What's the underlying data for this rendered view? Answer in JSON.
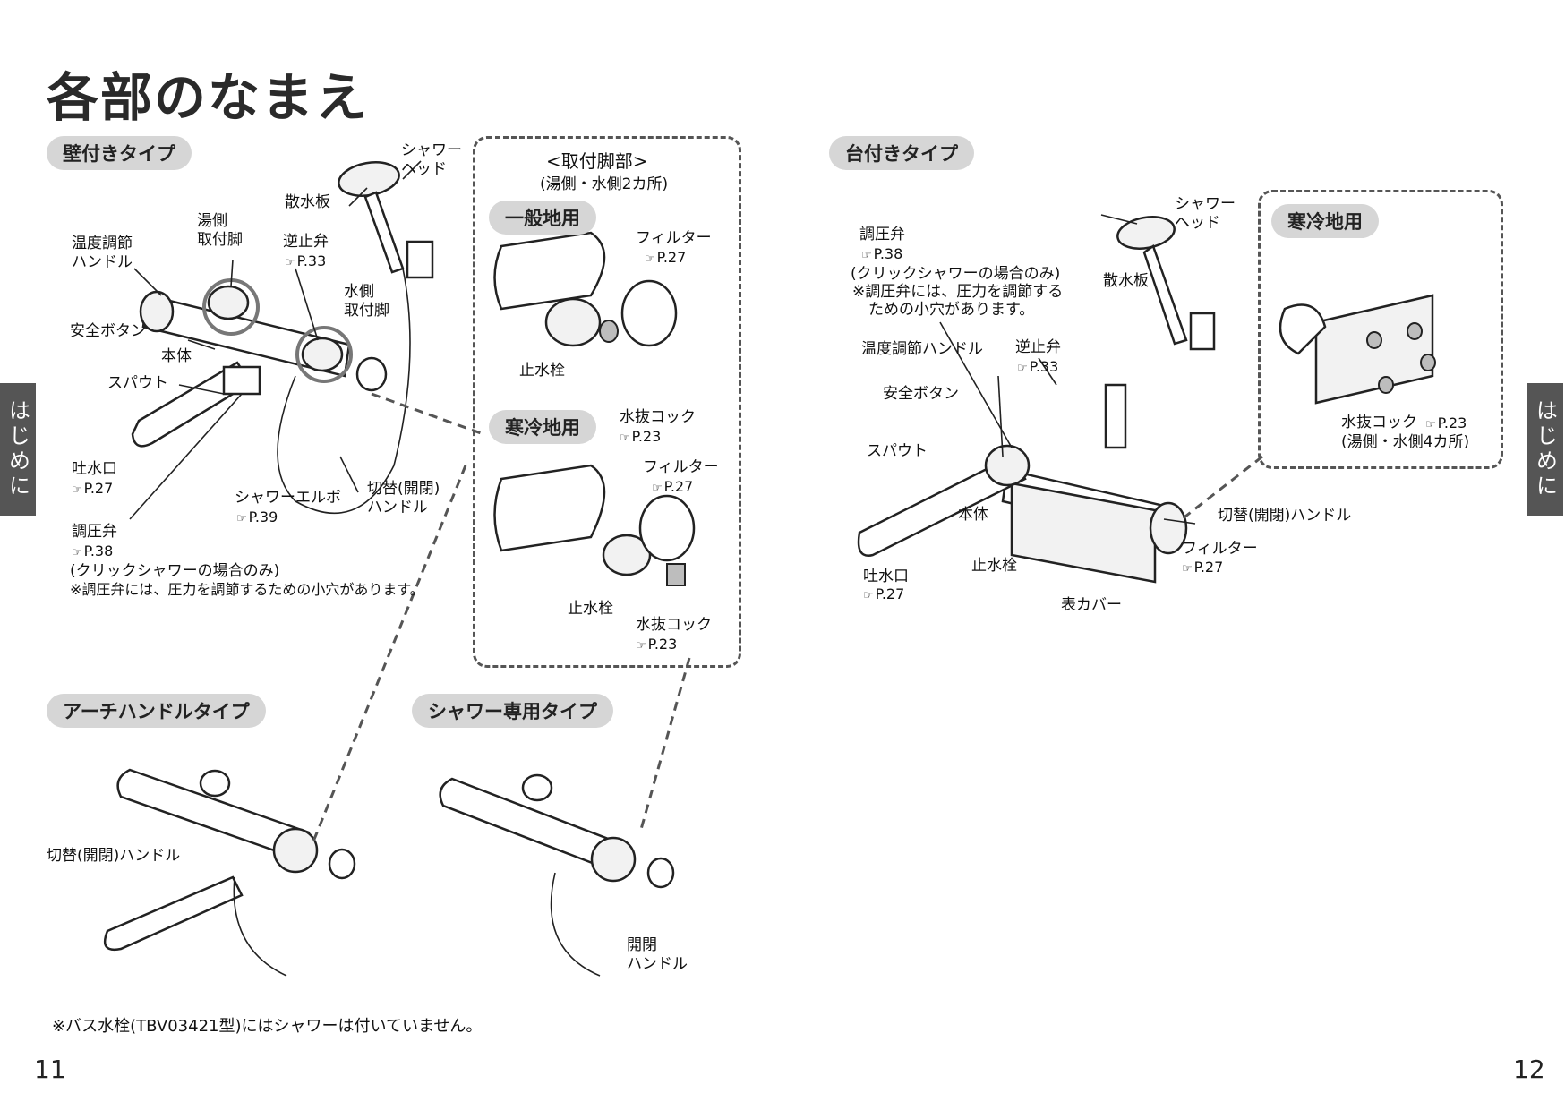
{
  "title": "各部のなまえ",
  "sections": {
    "wall": "壁付きタイプ",
    "deck": "台付きタイプ",
    "arch": "アーチハンドルタイプ",
    "shower_only": "シャワー専用タイプ"
  },
  "mount_box": {
    "heading": "<取付脚部>",
    "sub": "(湯側・水側2カ所)",
    "general": "一般地用",
    "cold": "寒冷地用"
  },
  "deck_cold_box": {
    "heading": "寒冷地用"
  },
  "side_tab": "はじめに",
  "footnote": "※バス水栓(TBV03421型)にはシャワーは付いていません。",
  "page_left": "11",
  "page_right": "12",
  "ref_icon": "pointing-hand-icon",
  "labels": {
    "shower_head": "シャワー\nヘッド",
    "spray_plate": "散水板",
    "hot_mount": "湯側\n取付脚",
    "check_valve": "逆止弁",
    "check_valve_ref": "P.33",
    "temp_handle": "温度調節\nハンドル",
    "water_mount": "水側\n取付脚",
    "safety_button": "安全ボタン",
    "body": "本体",
    "spout": "スパウト",
    "outlet": "吐水口",
    "outlet_ref": "P.27",
    "shower_elbow": "シャワーエルボ",
    "shower_elbow_ref": "P.39",
    "switch_handle": "切替(開閉)\nハンドル",
    "pressure_valve": "調圧弁",
    "pressure_ref": "P.38",
    "click_note": "(クリックシャワーの場合のみ)",
    "pressure_note": "※調圧弁には、圧力を調節するための小穴があります。",
    "filter": "フィルター",
    "filter_ref": "P.27",
    "stop_valve": "止水栓",
    "drain_cock": "水抜コック",
    "drain_ref": "P.23",
    "arch_switch": "切替(開閉)ハンドル",
    "open_close_handle": "開閉\nハンドル"
  },
  "deck_labels": {
    "pressure_valve": "調圧弁",
    "pressure_ref": "P.38",
    "click_note": "(クリックシャワーの場合のみ)",
    "pressure_note1": "※調圧弁には、圧力を調節する",
    "pressure_note2": "ための小穴があります。",
    "shower_head": "シャワー\nヘッド",
    "spray_plate": "散水板",
    "temp_handle": "温度調節ハンドル",
    "check_valve": "逆止弁",
    "check_ref": "P.33",
    "safety_button": "安全ボタン",
    "spout": "スパウト",
    "body": "本体",
    "stop_valve": "止水栓",
    "outlet": "吐水口",
    "outlet_ref": "P.27",
    "switch_handle": "切替(開閉)ハンドル",
    "filter": "フィルター",
    "filter_ref": "P.27",
    "front_cover": "表カバー",
    "drain_cock": "水抜コック",
    "drain_ref": "P.23",
    "drain_note": "(湯側・水側4カ所)"
  }
}
